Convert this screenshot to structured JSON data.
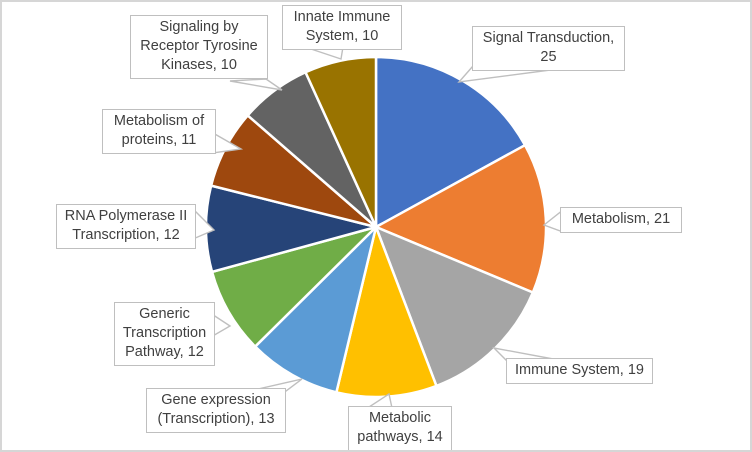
{
  "window": {
    "background": "#FFFFFF",
    "border_color": "#D6D6D6"
  },
  "chart_data": {
    "type": "pie",
    "title": "",
    "legend": "none",
    "start_angle_deg": 0,
    "direction": "clockwise",
    "total": 147,
    "categories": [
      "Signal Transduction",
      "Metabolism",
      "Immune System",
      "Metabolic pathways",
      "Gene expression (Transcription)",
      "Generic Transcription Pathway",
      "RNA Polymerase II Transcription",
      "Metabolism of proteins",
      "Signaling by Receptor Tyrosine Kinases",
      "Innate Immune System"
    ],
    "values": [
      25,
      21,
      19,
      14,
      13,
      12,
      12,
      11,
      10,
      10
    ],
    "colors": [
      "#4472C4",
      "#ED7D31",
      "#A5A5A5",
      "#FFC000",
      "#5B9BD5",
      "#70AD47",
      "#264478",
      "#9E480E",
      "#636363",
      "#997300"
    ],
    "display_labels": [
      "Signal Transduction, 25",
      "Metabolism, 21",
      "Immune System, 19",
      "Metabolic pathways, 14",
      "Gene expression (Transcription), 13",
      "Generic Transcription Pathway, 12",
      "RNA Polymerase II Transcription, 12",
      "Metabolism of proteins, 11",
      "Signaling by Receptor Tyrosine Kinases, 10",
      "Innate Immune System, 10"
    ],
    "label_style": {
      "text_color": "#404040",
      "box_fill": "#FFFFFF",
      "box_border": "#BFBFBF",
      "slice_border": "#FFFFFF"
    }
  }
}
